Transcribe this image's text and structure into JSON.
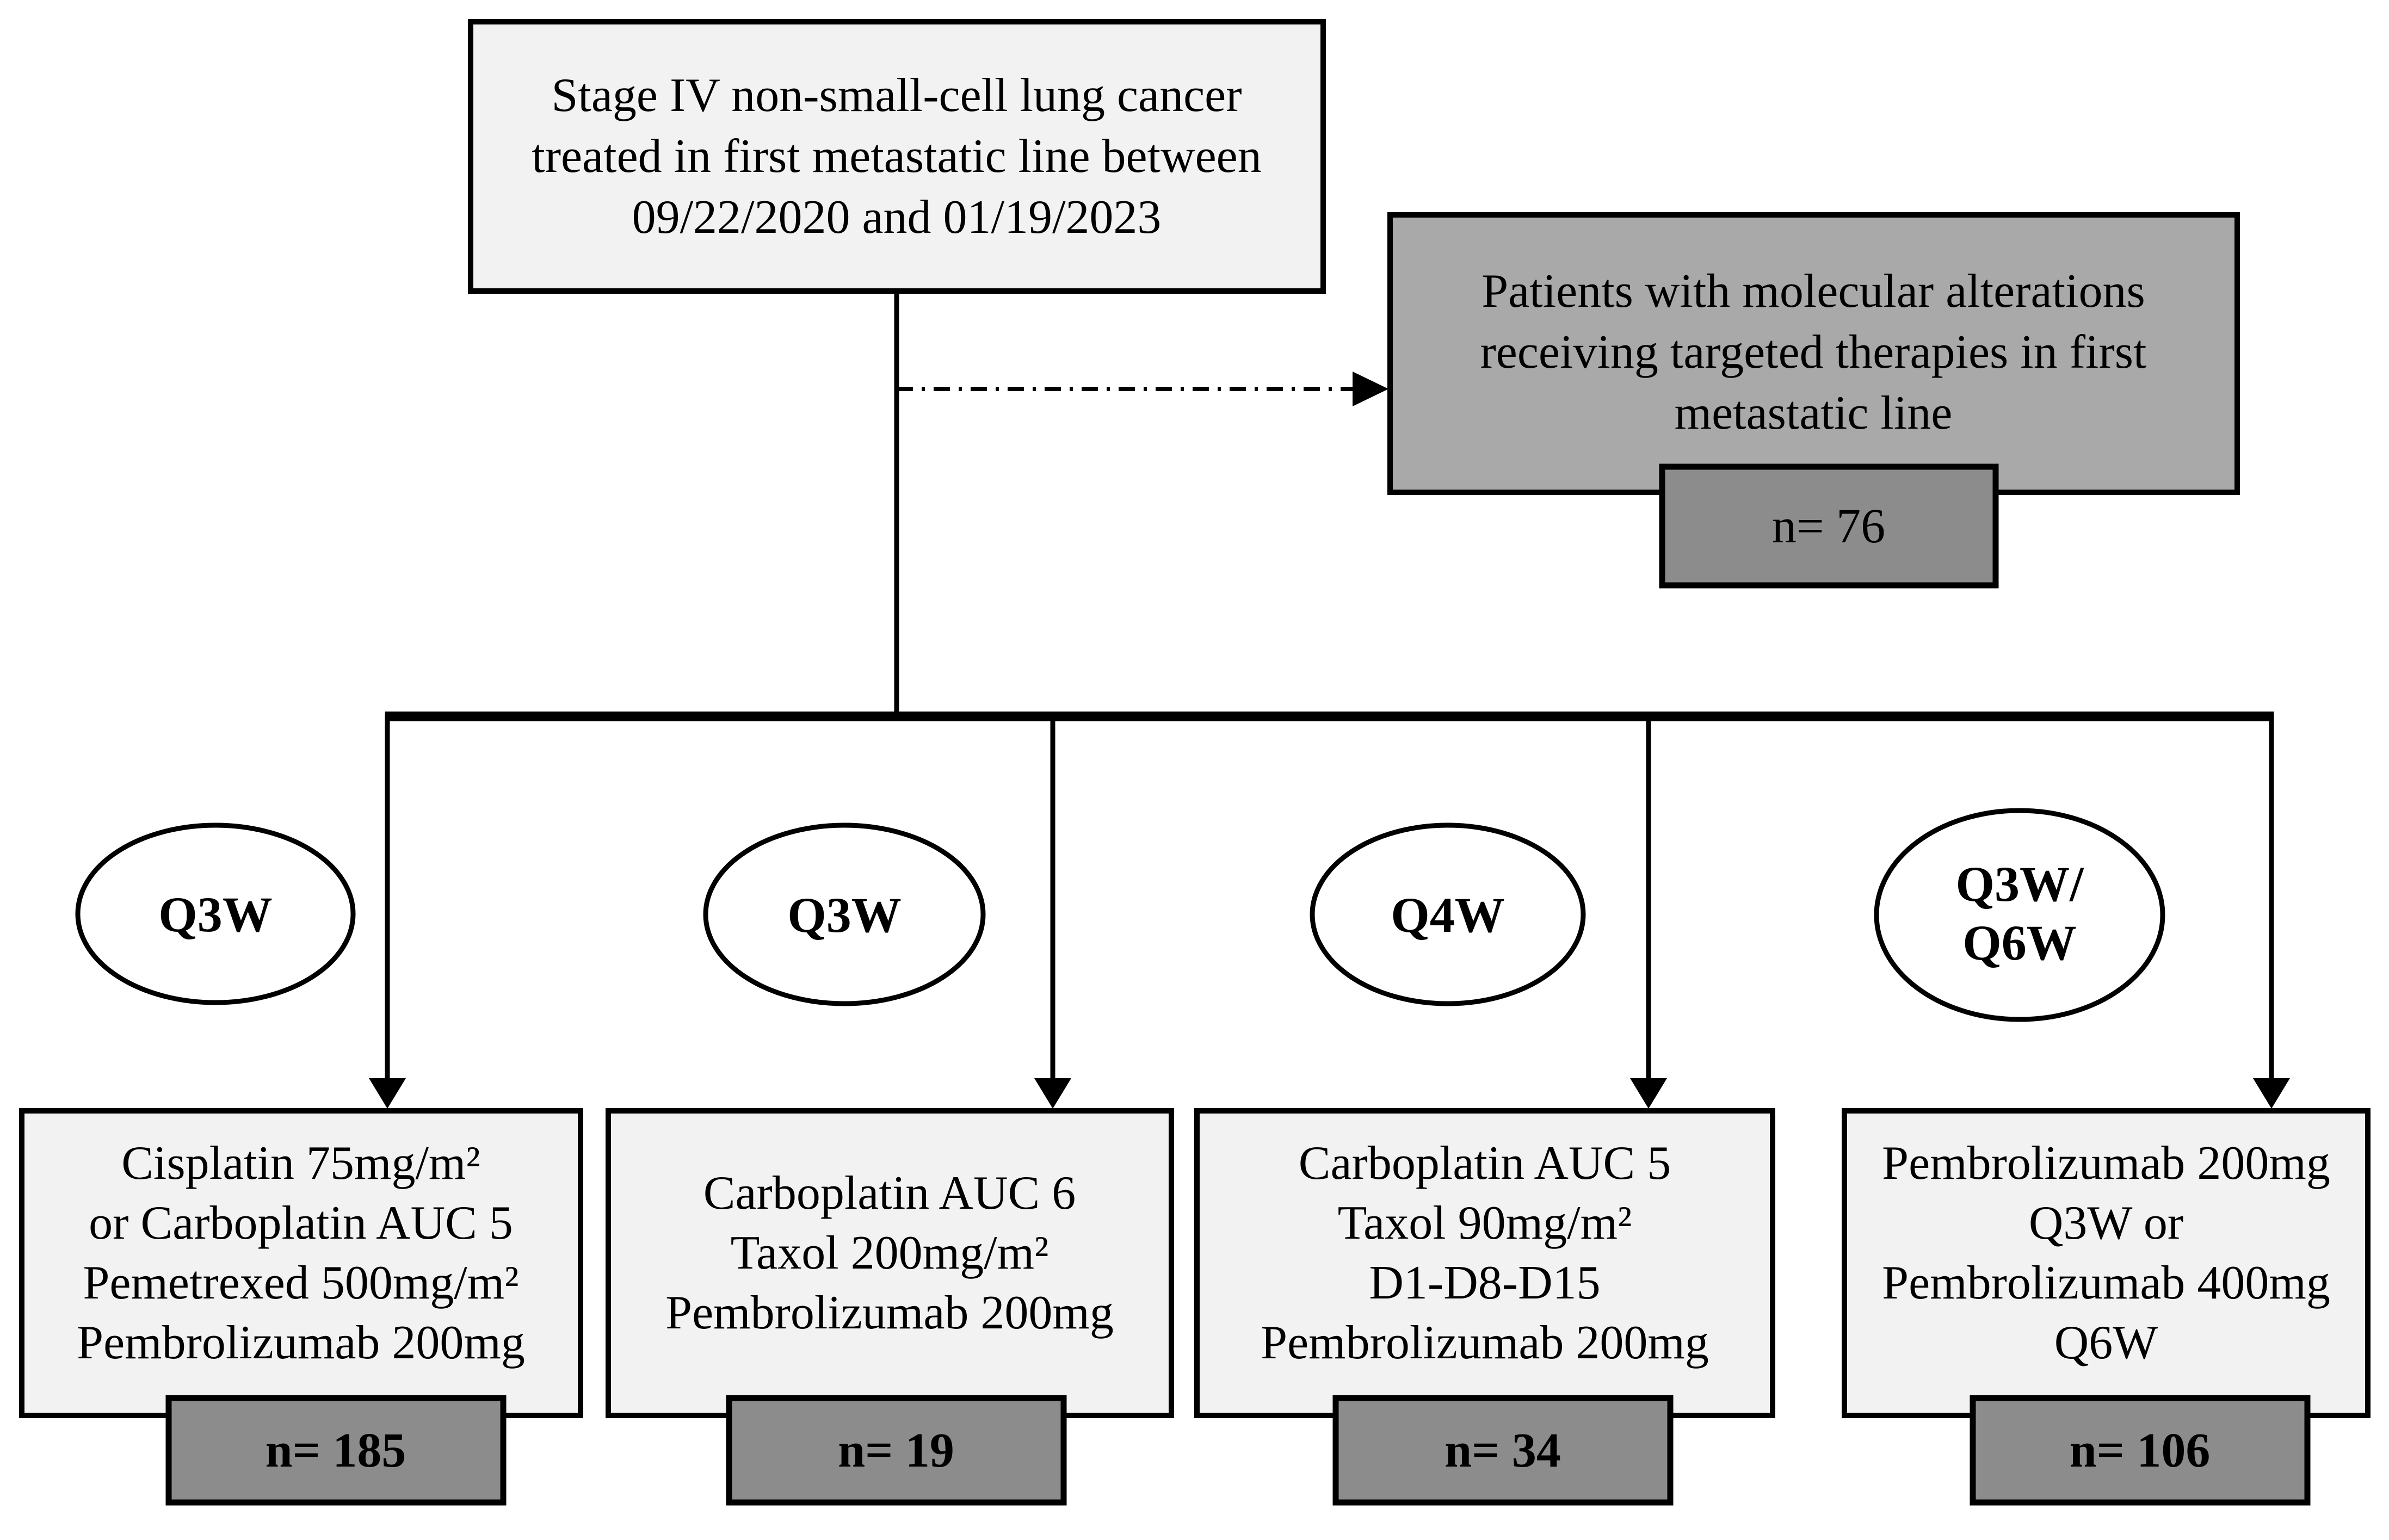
{
  "figure": {
    "type": "patient-flow-diagram",
    "title_box": {
      "lines": [
        "Stage IV non-small-cell lung cancer",
        "treated in first metastatic line between",
        "09/22/2020 and 01/19/2023"
      ]
    },
    "exclusion": {
      "lines": [
        "Patients with molecular alterations",
        "receiving targeted therapies in first",
        "metastatic line"
      ],
      "count_label": "n= 76"
    },
    "branches": [
      {
        "schedule_lines": [
          "Q3W"
        ],
        "regimen_lines": [
          "Cisplatin 75mg/m²",
          "or Carboplatin AUC 5",
          "Pemetrexed 500mg/m²",
          "Pembrolizumab 200mg"
        ],
        "count_label": "n= 185"
      },
      {
        "schedule_lines": [
          "Q3W"
        ],
        "regimen_lines": [
          "Carboplatin AUC 6",
          "Taxol 200mg/m²",
          "Pembrolizumab 200mg"
        ],
        "count_label": "n= 19"
      },
      {
        "schedule_lines": [
          "Q4W"
        ],
        "regimen_lines": [
          "Carboplatin AUC 5",
          "Taxol 90mg/m²",
          "D1-D8-D15",
          "Pembrolizumab 200mg"
        ],
        "count_label": "n= 34"
      },
      {
        "schedule_lines": [
          "Q3W/",
          "Q6W"
        ],
        "regimen_lines": [
          "Pembrolizumab 200mg",
          "Q3W or",
          "Pembrolizumab 400mg",
          "Q6W"
        ],
        "count_label": "n= 106"
      }
    ],
    "colors": {
      "background": "#ffffff",
      "box_fill_light": "#f2f2f2",
      "box_fill_gray": "#a9a9a9",
      "badge_fill": "#8c8c8c",
      "ellipse_fill": "#ffffff",
      "line": "#000000"
    }
  }
}
